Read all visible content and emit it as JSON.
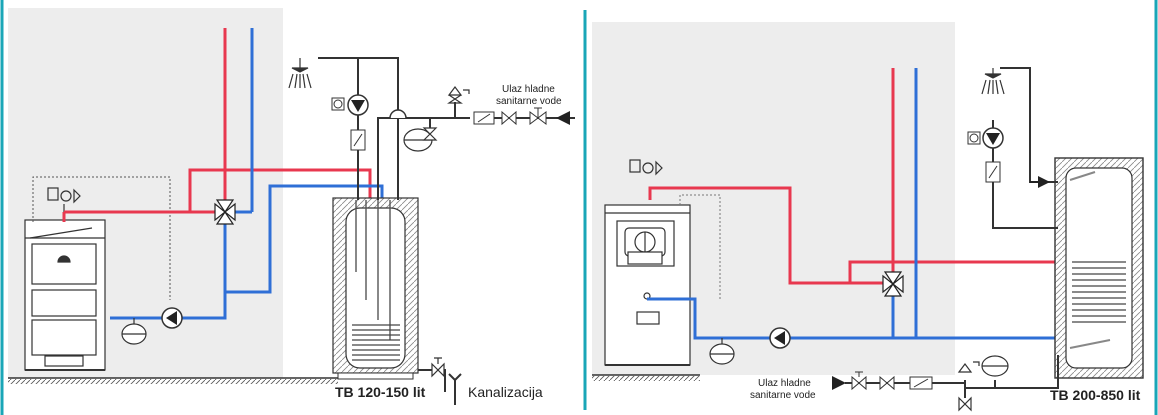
{
  "left_panel": {
    "tank_label": "TB 120-150 lit",
    "cold_inlet_label": [
      "Ulaz hladne",
      "sanitarne vode"
    ],
    "drain_label": "Kanalizacija"
  },
  "right_panel": {
    "tank_label": "TB 200-850 lit",
    "cold_inlet_label": [
      "Ulaz hladne",
      "sanitarne vode"
    ]
  },
  "colors": {
    "hot": "#e8384f",
    "cold": "#2f6fd6",
    "divider": "#1aa6b7",
    "room": "#ededed",
    "line": "#333333"
  }
}
